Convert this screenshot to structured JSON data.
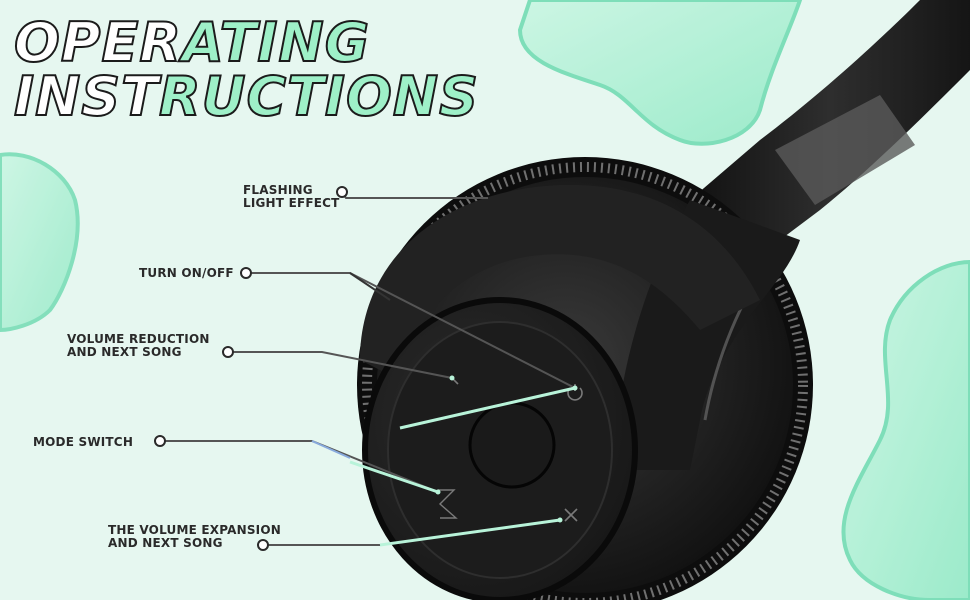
{
  "title": {
    "line1_part1": "OPER",
    "line1_part2": "ATING",
    "line2_part1": "INST",
    "line2_part2": "RUCTIONS"
  },
  "callouts": [
    {
      "line1": "FLASHING",
      "line2": "LIGHT EFFECT"
    },
    {
      "line1": "TURN ON/OFF",
      "line2": ""
    },
    {
      "line1": "VOLUME REDUCTION",
      "line2": "AND NEXT SONG"
    },
    {
      "line1": "MODE SWITCH",
      "line2": ""
    },
    {
      "line1": "THE VOLUME EXPANSION",
      "line2": "AND NEXT SONG"
    }
  ],
  "colors": {
    "background": "#e6f7f0",
    "accent": "#9ef0c8",
    "headphone": "#1c1c1c"
  }
}
